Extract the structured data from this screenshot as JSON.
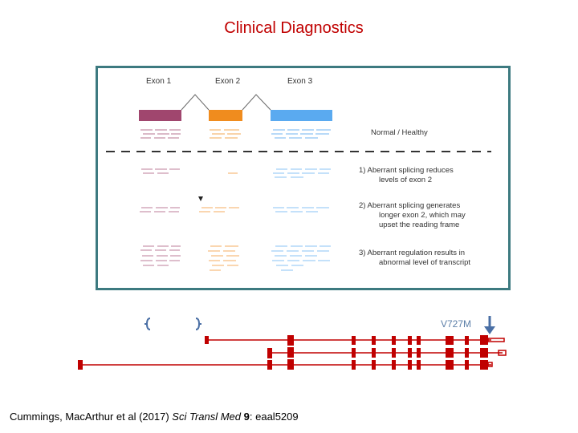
{
  "title": "Clinical Diagnostics",
  "figure": {
    "exons": [
      "Exon 1",
      "Exon 2",
      "Exon 3"
    ],
    "normal_label": "Normal / Healthy",
    "case1_label": [
      "1)  Aberrant splicing reduces",
      "levels of exon 2"
    ],
    "case2_label": [
      "2)  Aberrant splicing generates",
      "longer exon 2, which may",
      "upset the reading frame"
    ],
    "case3_label": [
      "3)  Aberrant regulation results in",
      "abnormal level of transcript"
    ]
  },
  "gene_track": {
    "mutation_label": "V727M"
  },
  "citation": {
    "authors": "Cummings, MacArthur et al (2017) ",
    "journal": "Sci Transl Med",
    "volume": "9",
    "article": ": eaal5209"
  },
  "colors": {
    "title": "#c00000",
    "exon1": "#a0466e",
    "exon2": "#f08c1e",
    "exon3": "#5aaaf0",
    "gene_track": "#c00000",
    "mutation": "#5c7fa8",
    "frame": "#3d7a80"
  }
}
